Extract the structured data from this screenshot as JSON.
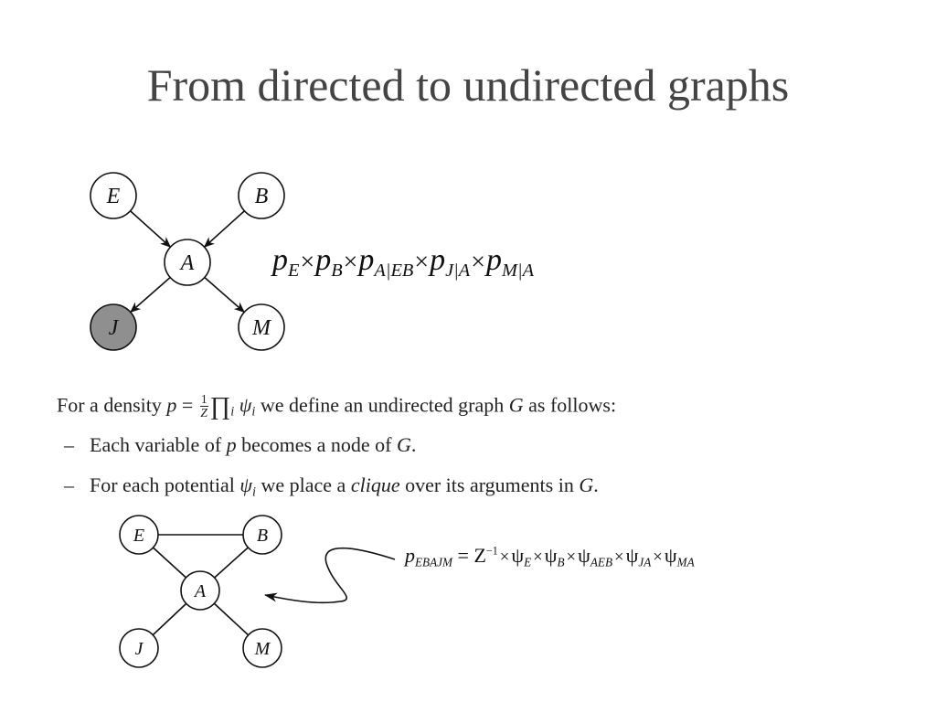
{
  "title": "From directed to undirected graphs",
  "directed_graph": {
    "nodes": [
      {
        "id": "E",
        "label": "E",
        "observed": false
      },
      {
        "id": "B",
        "label": "B",
        "observed": false
      },
      {
        "id": "A",
        "label": "A",
        "observed": false
      },
      {
        "id": "J",
        "label": "J",
        "observed": true
      },
      {
        "id": "M",
        "label": "M",
        "observed": false
      }
    ],
    "edges": [
      {
        "from": "E",
        "to": "A",
        "directed": true
      },
      {
        "from": "B",
        "to": "A",
        "directed": true
      },
      {
        "from": "A",
        "to": "J",
        "directed": true
      },
      {
        "from": "A",
        "to": "M",
        "directed": true
      }
    ]
  },
  "directed_formula": {
    "terms": [
      {
        "base": "p",
        "sub": "E"
      },
      {
        "base": "p",
        "sub": "B"
      },
      {
        "base": "p",
        "sub": "A|EB"
      },
      {
        "base": "p",
        "sub": "J|A"
      },
      {
        "base": "p",
        "sub": "M|A"
      }
    ],
    "operator": "×"
  },
  "text": {
    "intro_before": "For a density",
    "density_p": "p",
    "equals": "=",
    "frac_num": "1",
    "frac_den": "Z",
    "prod": "∏",
    "prod_sub": "i",
    "psi": "ψ",
    "psi_sub": "i",
    "intro_after": "we define an undirected graph",
    "graph_symbol": "G",
    "intro_end": "as follows:",
    "bullet_dash": "–",
    "bullet1_before": "Each variable of",
    "bullet1_p": "p",
    "bullet1_mid": "becomes a node of",
    "bullet1_g": "G",
    "bullet1_end": ".",
    "bullet2_before": "For each potential",
    "bullet2_psi": "ψ",
    "bullet2_psi_sub": "i",
    "bullet2_mid": "we place a",
    "bullet2_clique": "clique",
    "bullet2_after": "over its arguments in",
    "bullet2_g": "G",
    "bullet2_end": "."
  },
  "undirected_graph": {
    "nodes": [
      {
        "id": "E",
        "label": "E"
      },
      {
        "id": "B",
        "label": "B"
      },
      {
        "id": "A",
        "label": "A"
      },
      {
        "id": "J",
        "label": "J"
      },
      {
        "id": "M",
        "label": "M"
      }
    ],
    "edges": [
      {
        "from": "E",
        "to": "B",
        "directed": false
      },
      {
        "from": "E",
        "to": "A",
        "directed": false
      },
      {
        "from": "B",
        "to": "A",
        "directed": false
      },
      {
        "from": "A",
        "to": "J",
        "directed": false
      },
      {
        "from": "A",
        "to": "M",
        "directed": false
      }
    ]
  },
  "undirected_formula": {
    "lhs_base": "p",
    "lhs_sub": "EBAJM",
    "equals": "=",
    "z": "Z",
    "z_sup": "−1",
    "operator": "×",
    "psi": "ψ",
    "terms": [
      "E",
      "B",
      "AEB",
      "JA",
      "MA"
    ]
  }
}
